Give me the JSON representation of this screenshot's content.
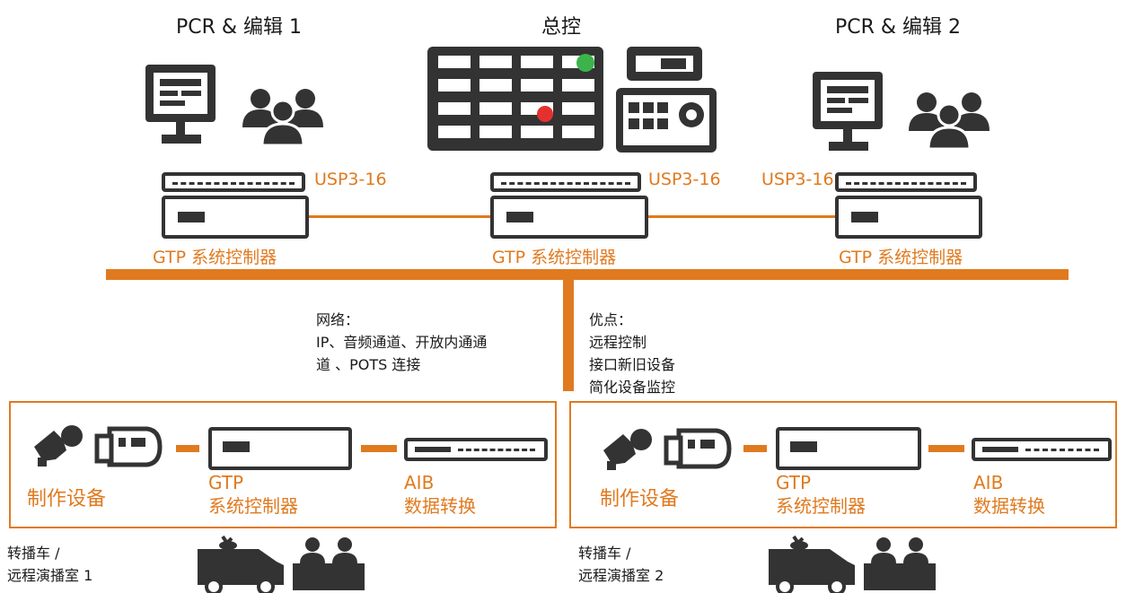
{
  "top": {
    "left_title": "PCR & 编辑 1",
    "center_title": "总控",
    "right_title": "PCR & 编辑 2",
    "usp_label": "USP3-16",
    "gtp_label": "GTP 系统控制器"
  },
  "notes": {
    "network_title": "网络：",
    "network_line1": "IP、音频通道、开放内通通",
    "network_line2": "道 、POTS 连接",
    "benefits_title": "优点：",
    "benefits_line1": "远程控制",
    "benefits_line2": "接口新旧设备",
    "benefits_line3": "简化设备监控"
  },
  "sites": [
    {
      "production_label": "制作设备",
      "gtp_line1": "GTP",
      "gtp_line2": "系统控制器",
      "aib_line1": "AIB",
      "aib_line2": "数据转换",
      "caption_line1": "转播车 /",
      "caption_line2": "远程演播室 1"
    },
    {
      "production_label": "制作设备",
      "gtp_line1": "GTP",
      "gtp_line2": "系统控制器",
      "aib_line1": "AIB",
      "aib_line2": "数据转换",
      "caption_line1": "转播车 /",
      "caption_line2": "远程演播室 2"
    }
  ],
  "colors": {
    "accent": "#e07a1f",
    "device": "#333333",
    "status_green": "#3cb44b",
    "status_red": "#e53030"
  },
  "icons": [
    "monitor-icon",
    "users-icon",
    "router-panel-icon",
    "control-panel-icon",
    "microphone-icon",
    "camera-icon",
    "van-icon",
    "presenters-icon"
  ]
}
